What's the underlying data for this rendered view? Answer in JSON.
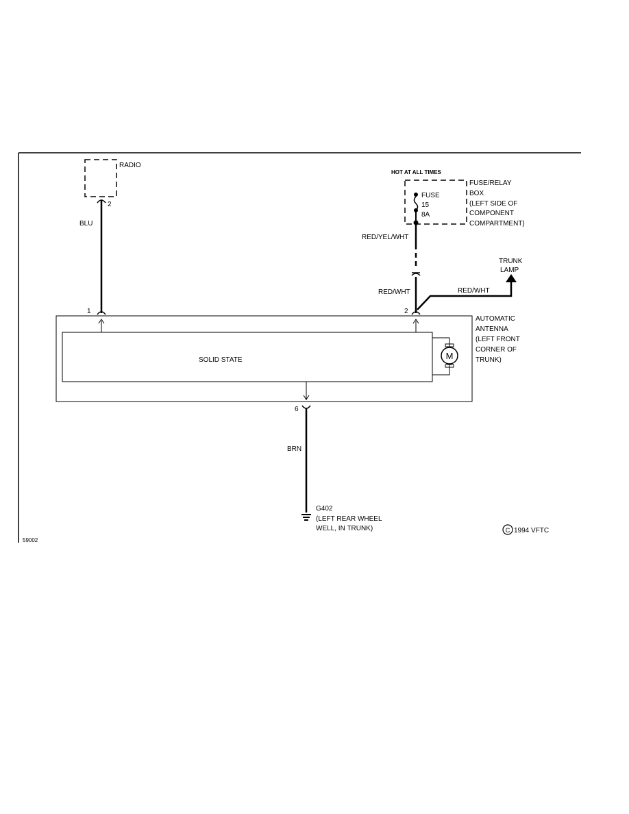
{
  "diagram": {
    "figure_id": "59002",
    "copyright": "1994 VFTC",
    "copyright_symbol": "C",
    "radio": {
      "label": "RADIO",
      "pin": "2",
      "wire": "BLU"
    },
    "fuse_box": {
      "header": "HOT AT ALL TIMES",
      "fuse_label": "FUSE",
      "fuse_number": "15",
      "fuse_rating": "8A",
      "name_lines": [
        "FUSE/RELAY",
        "BOX",
        "(LEFT SIDE OF",
        "COMPONENT",
        "COMPARTMENT)"
      ],
      "wire": "RED/YEL/WHT"
    },
    "trunk_lamp": {
      "lines": [
        "TRUNK",
        "LAMP"
      ],
      "wire": "RED/WHT"
    },
    "antenna": {
      "pin_left": "1",
      "pin_right": "2",
      "pin_bottom": "6",
      "wire_right": "RED/WHT",
      "module_label": "SOLID STATE",
      "motor_label": "M",
      "name_lines": [
        "AUTOMATIC",
        "ANTENNA",
        "(LEFT FRONT",
        "CORNER OF",
        "TRUNK)"
      ]
    },
    "ground": {
      "wire": "BRN",
      "id": "G402",
      "location_lines": [
        "(LEFT REAR WHEEL",
        "WELL, IN TRUNK)"
      ]
    }
  }
}
